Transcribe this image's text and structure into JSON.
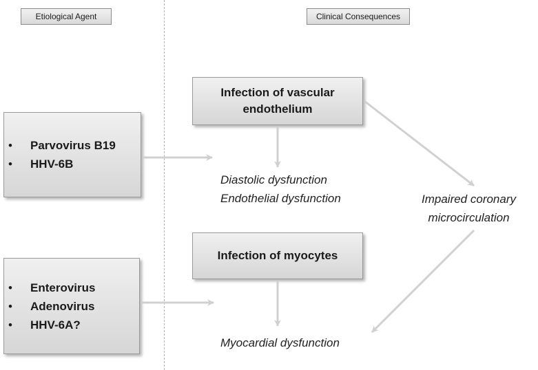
{
  "headers": {
    "left": "Etiological Agent",
    "right": "Clinical Consequences"
  },
  "agent_groups": [
    {
      "items": [
        "Parvovirus B19",
        "HHV-6B"
      ]
    },
    {
      "items": [
        "Enterovirus",
        "Adenovirus",
        "HHV-6A?"
      ]
    }
  ],
  "bullet_symbol": "•",
  "mechanisms": {
    "vascular": [
      "Infection of vascular",
      "endothelium"
    ],
    "myocytes": "Infection of myocytes"
  },
  "outcomes": {
    "diastolic": "Diastolic dysfunction",
    "endothelial": "Endothelial dysfunction",
    "coronary": [
      "Impaired coronary",
      "microcirculation"
    ],
    "myocardial": "Myocardial dysfunction"
  },
  "colors": {
    "arrow": "#d0d0d0",
    "box_border": "#9a9a9a"
  }
}
